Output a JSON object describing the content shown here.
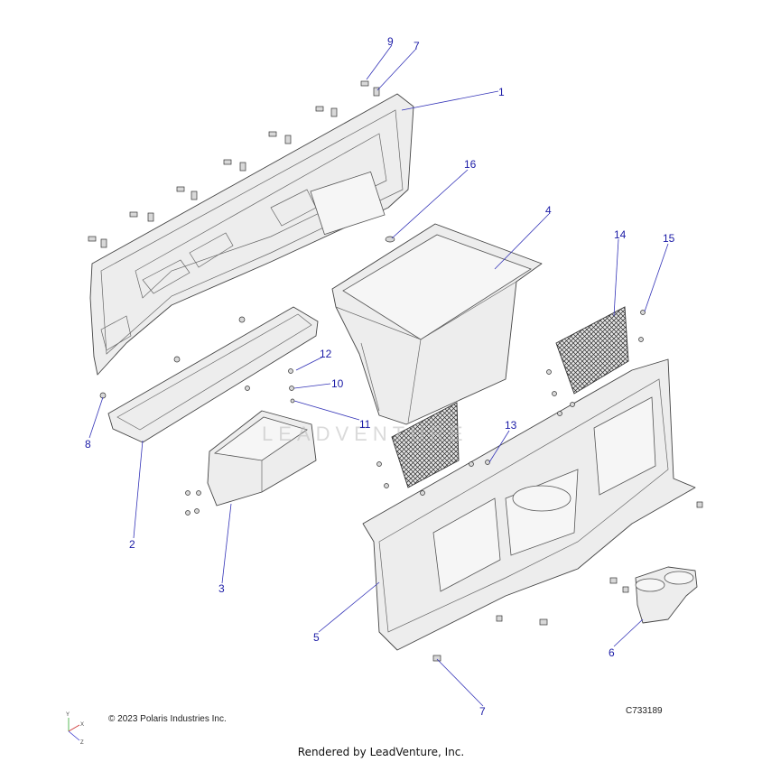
{
  "footer": {
    "copyright": "© 2023 Polaris Industries Inc.",
    "rendered_by": "Rendered by LeadVenture, Inc.",
    "diagram_code": "C733189"
  },
  "watermark": "LEADVENTURE",
  "axes": {
    "x": "X",
    "y": "Y",
    "z": "Z"
  },
  "callouts": [
    {
      "id": "c9a",
      "label": "9"
    },
    {
      "id": "c7a",
      "label": "7"
    },
    {
      "id": "c1",
      "label": "1"
    },
    {
      "id": "c16",
      "label": "16"
    },
    {
      "id": "c4",
      "label": "4"
    },
    {
      "id": "c14",
      "label": "14"
    },
    {
      "id": "c15",
      "label": "15"
    },
    {
      "id": "c12",
      "label": "12"
    },
    {
      "id": "c10",
      "label": "10"
    },
    {
      "id": "c11",
      "label": "11"
    },
    {
      "id": "c8",
      "label": "8"
    },
    {
      "id": "c13",
      "label": "13"
    },
    {
      "id": "c2",
      "label": "2"
    },
    {
      "id": "c3",
      "label": "3"
    },
    {
      "id": "c5",
      "label": "5"
    },
    {
      "id": "c6",
      "label": "6"
    },
    {
      "id": "c7b",
      "label": "7"
    }
  ]
}
